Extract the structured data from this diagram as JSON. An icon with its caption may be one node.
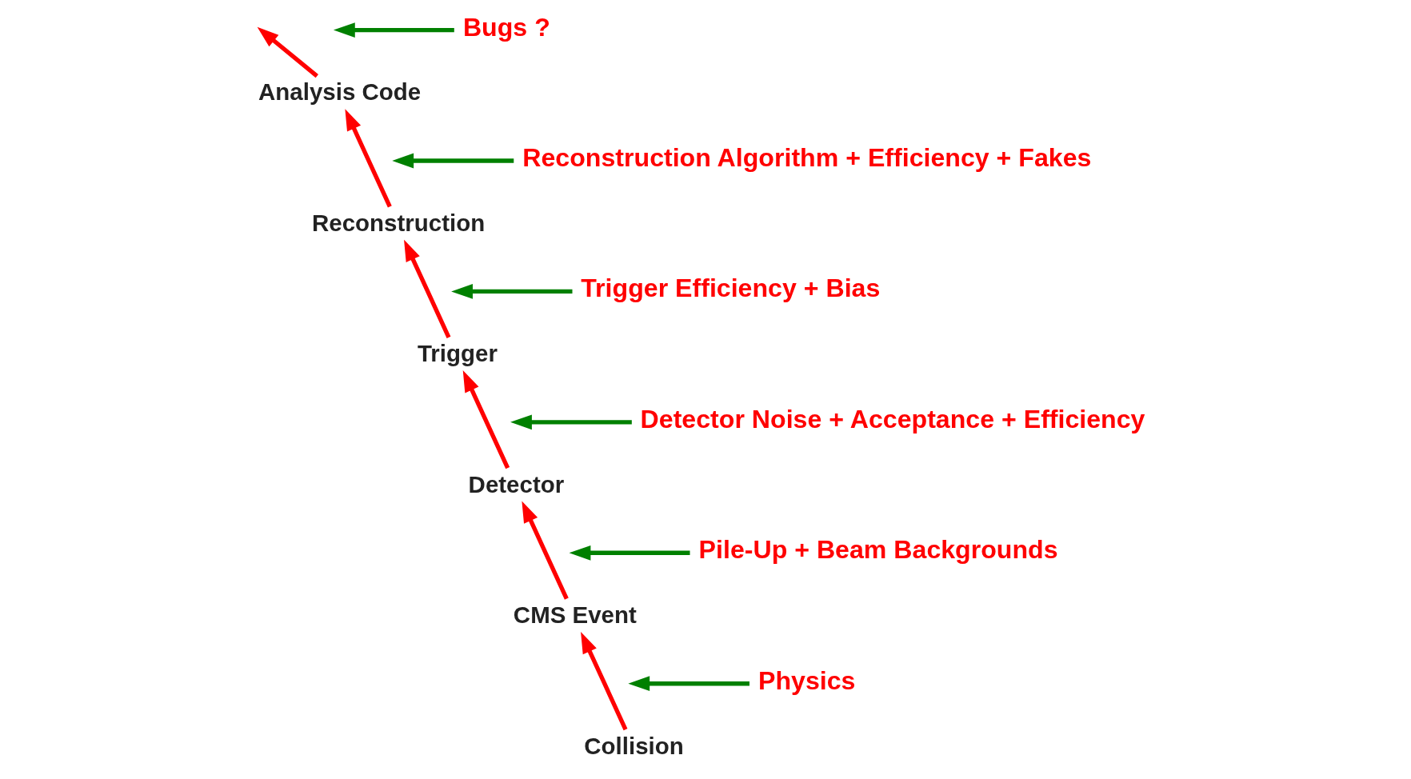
{
  "diagram": {
    "nodes": [
      {
        "text": [
          "Analysis Code"
        ]
      },
      {
        "text": [
          "Bugs ?"
        ]
      },
      {
        "text": [
          "Reconstruction"
        ]
      },
      {
        "text": [
          "Reconstruction Algorithm + Efficiency + Fakes"
        ]
      },
      {
        "text": [
          "Trigger"
        ]
      },
      {
        "text": [
          "Trigger Efficiency + Bias"
        ]
      },
      {
        "text": [
          "Detector"
        ]
      },
      {
        "text": [
          "Detector Noise + Acceptance + Efficiency"
        ]
      },
      {
        "text": [
          "CMS Event"
        ]
      },
      {
        "text": [
          "Pile-Up + Beam Backgrounds"
        ]
      },
      {
        "text": [
          "Collision"
        ]
      },
      {
        "text": [
          "Physics"
        ]
      }
    ],
    "edges": [
      {
        "from": 10,
        "to": 8,
        "arrow": "to",
        "color": "#ff0000"
      },
      {
        "from": 8,
        "to": 6,
        "arrow": "to",
        "color": "#ff0000"
      },
      {
        "from": 6,
        "to": 4,
        "arrow": "to",
        "color": "#ff0000"
      },
      {
        "from": 4,
        "to": 2,
        "arrow": "to",
        "color": "#ff0000"
      },
      {
        "from": 2,
        "to": 0,
        "arrow": "to",
        "color": "#ff0000"
      },
      {
        "from": 0,
        "to": null,
        "arrow": "to",
        "color": "#ff0000"
      },
      {
        "from": 1,
        "to": null,
        "arrow": "to",
        "color": "#008000"
      },
      {
        "from": 3,
        "to": null,
        "arrow": "to",
        "color": "#008000"
      },
      {
        "from": 5,
        "to": null,
        "arrow": "to",
        "color": "#008000"
      },
      {
        "from": 7,
        "to": null,
        "arrow": "to",
        "color": "#008000"
      },
      {
        "from": 9,
        "to": null,
        "arrow": "to",
        "color": "#008000"
      },
      {
        "from": 11,
        "to": null,
        "arrow": "to",
        "color": "#008000"
      }
    ]
  }
}
